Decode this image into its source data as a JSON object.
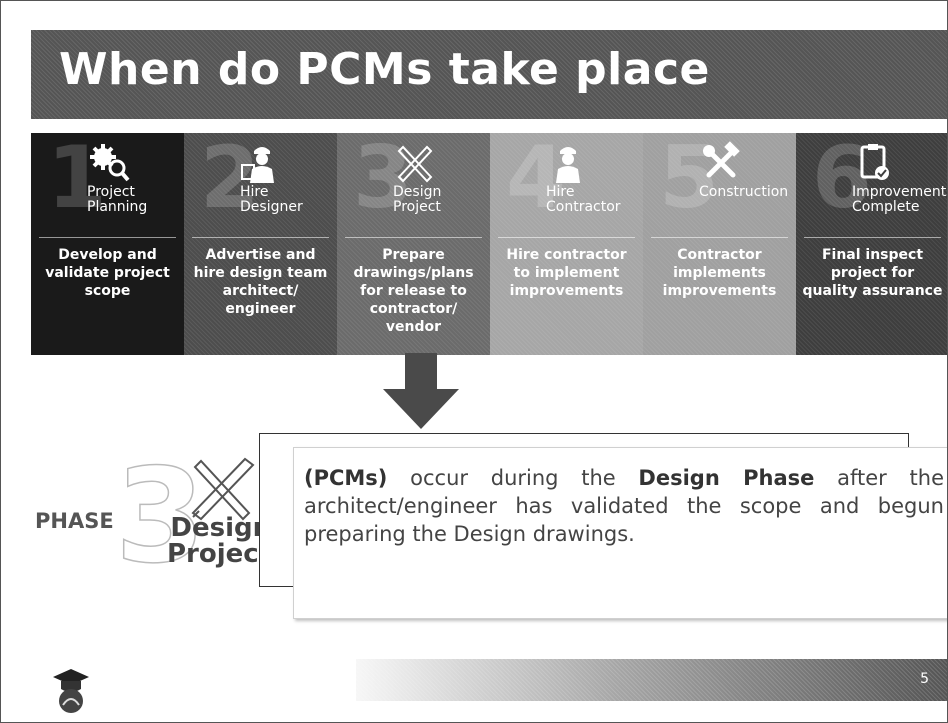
{
  "slide": {
    "title": "When do PCMs take place",
    "page_number": "5"
  },
  "steps": [
    {
      "number": "1",
      "label": "Project\nPlanning",
      "description": "Develop and validate project scope",
      "icon": "gear-magnifier-icon"
    },
    {
      "number": "2",
      "label": "Hire\nDesigner",
      "description": "Advertise and hire design team architect/ engineer",
      "icon": "engineer-drawing-icon"
    },
    {
      "number": "3",
      "label": "Design\nProject",
      "description": "Prepare drawings/plans for release to contractor/ vendor",
      "icon": "pencil-ruler-icon"
    },
    {
      "number": "4",
      "label": "Hire\nContractor",
      "description": "Hire contractor to implement improvements",
      "icon": "worker-icon"
    },
    {
      "number": "5",
      "label": "Construction",
      "description": "Contractor implements improvements",
      "icon": "hammer-wrench-icon"
    },
    {
      "number": "6",
      "label": "Improvements\nComplete",
      "description": "Final inspect project for quality assurance",
      "icon": "clipboard-check-icon"
    }
  ],
  "phase": {
    "word": "PHASE",
    "number": "3",
    "label": "Design\nProject"
  },
  "callout": {
    "lead": "(PCMs)",
    "part1": " occur during the ",
    "emphasis": "Design Phase",
    "part2": " after the architect/engineer has validated the scope and begun preparing the Design drawings."
  },
  "colors": {
    "title_bar": "#555555",
    "step1": "#1a1a1a",
    "step2": "#4d4d4d",
    "step3": "#6b6b6b",
    "step4": "#a6a6a6",
    "step5": "#a0a0a0",
    "step6": "#3e3e3e",
    "arrow": "#4a4a4a"
  }
}
